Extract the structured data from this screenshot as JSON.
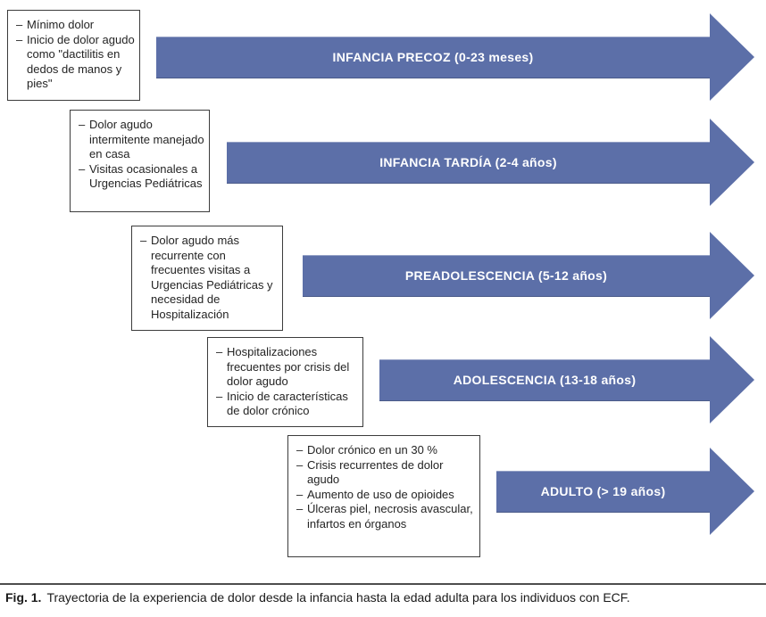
{
  "figure": {
    "bullet_char": "–",
    "arrow_color": "#5C6FA8",
    "stages": [
      {
        "arrow_label": "INFANCIA PRECOZ (0-23 meses)",
        "bullets": [
          "Mínimo dolor",
          "Inicio de dolor agudo como \"dactilitis en dedos de manos y pies\""
        ]
      },
      {
        "arrow_label": "INFANCIA TARDÍA (2-4 años)",
        "bullets": [
          "Dolor agudo intermitente manejado en casa",
          "Visitas ocasionales a Urgencias Pediátricas"
        ]
      },
      {
        "arrow_label": "PREADOLESCENCIA (5-12 años)",
        "bullets": [
          "Dolor agudo más recurrente con frecuentes visitas a Urgencias Pediátricas y necesidad de Hospitalización"
        ]
      },
      {
        "arrow_label": "ADOLESCENCIA (13-18 años)",
        "bullets": [
          "Hospitalizaciones frecuentes por crisis del dolor agudo",
          "Inicio de características de dolor crónico"
        ]
      },
      {
        "arrow_label": "ADULTO (> 19 años)",
        "bullets": [
          "Dolor crónico en un 30 %",
          "Crisis recurrentes de dolor agudo",
          "Aumento de uso de opioides",
          "Úlceras piel, necrosis avascular, infartos en órganos"
        ]
      }
    ],
    "caption": {
      "prefix": "Fig. 1.",
      "text": "Trayectoria de la experiencia de dolor desde la infancia hasta la edad adulta para los individuos con ECF."
    }
  }
}
